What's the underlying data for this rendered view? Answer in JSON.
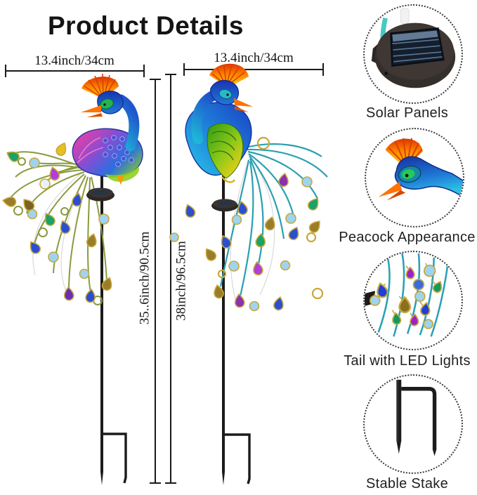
{
  "title": "Product Details",
  "dimensions": {
    "left_item": {
      "width_label": "13.4inch/34cm",
      "height_label": "35..6inch/90.5cm"
    },
    "right_item": {
      "width_label": "13.4inch/34cm",
      "height_label": "38inch/96.5cm"
    }
  },
  "callouts": [
    {
      "label": "Solar Panels",
      "icon": "solar-panel-icon"
    },
    {
      "label": "Peacock Appearance",
      "icon": "peacock-head-icon"
    },
    {
      "label": "Tail with LED Lights",
      "icon": "tail-led-lights-icon"
    },
    {
      "label": "Stable Stake",
      "icon": "stable-stake-icon"
    }
  ],
  "palette": {
    "background": "#ffffff",
    "text": "#141414",
    "dimension_lines": "#1a1a1a",
    "peacock_blue": "#1f4fc8",
    "peacock_cyan": "#2cc0e4",
    "crest_orange": "#ff8a00",
    "crest_red": "#e03c00",
    "body_magenta": "#e0459e",
    "wing_green": "#5ab520",
    "wing_yellow": "#f0d018",
    "branch_olive": "#8a9a3e",
    "branch_teal": "#2a9fb0",
    "gem_blue": "#2b4fd0",
    "gem_purple": "#8c2fb0",
    "gem_lightblue": "#9ed4f2",
    "gem_green": "#17a468",
    "gem_gold": "#9a7d2a",
    "stake_black": "#1d1b1a"
  }
}
